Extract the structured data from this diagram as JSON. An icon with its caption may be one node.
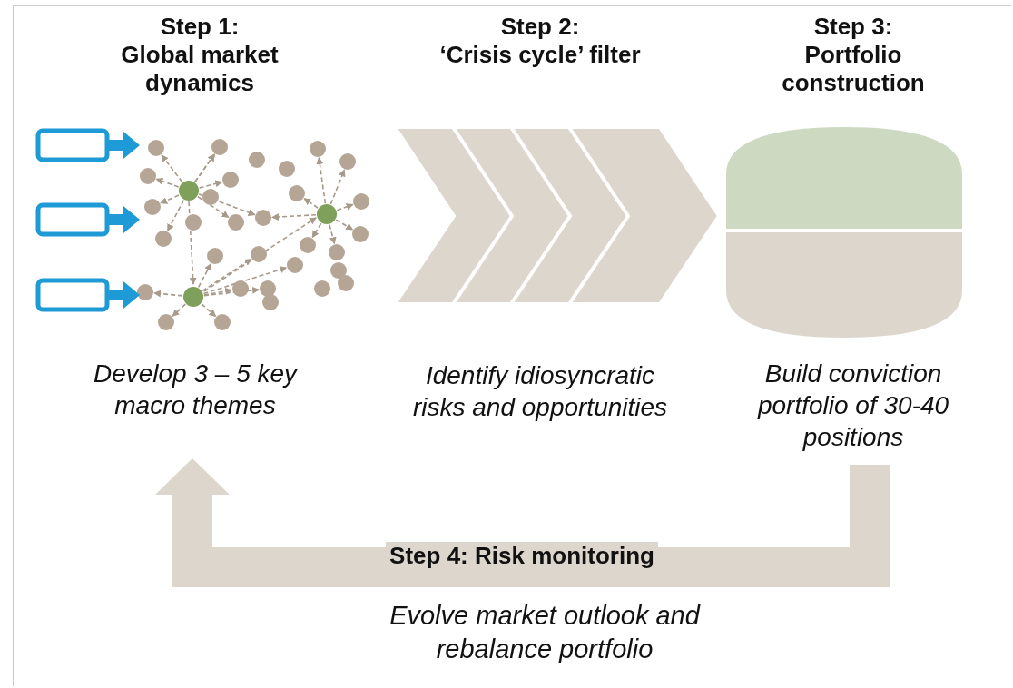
{
  "diagram": {
    "nodes": [
      {
        "text": [
          "Step 1: Global market dynamics",
          "Develop 3 – 5 key macro themes"
        ]
      },
      {
        "text": [
          "Step 2: ‘Crisis cycle’ filter",
          "Identify idiosyncratic risks and opportunities"
        ]
      },
      {
        "text": [
          "Step 3: Portfolio construction",
          "Build conviction portfolio of 30-40 positions"
        ]
      }
    ],
    "edges": [
      {
        "from": 2,
        "to": 0,
        "arrow": "to",
        "label": "Step 4: Risk monitoring"
      }
    ],
    "labels": [
      "Evolve market outlook and rebalance portfolio"
    ]
  }
}
